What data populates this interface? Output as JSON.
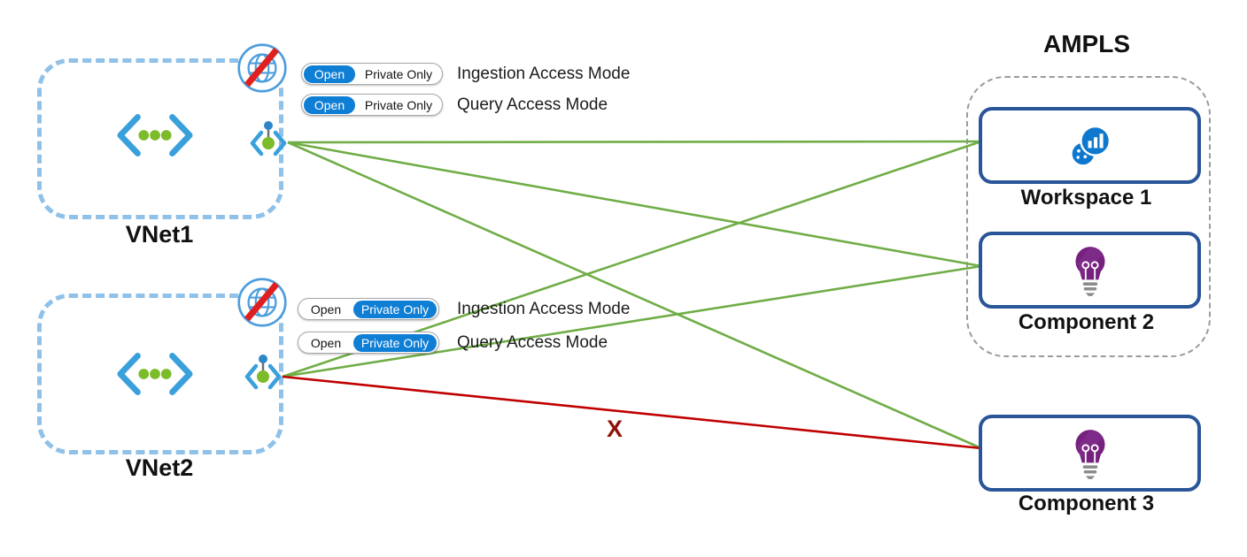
{
  "vnets": [
    {
      "label": "VNet1",
      "toggles": [
        {
          "name": "Ingestion Access Mode",
          "options": [
            "Open",
            "Private Only"
          ],
          "selected": "Open"
        },
        {
          "name": "Query Access Mode",
          "options": [
            "Open",
            "Private Only"
          ],
          "selected": "Open"
        }
      ],
      "icons": [
        "virtual-network-icon",
        "no-internet-globe-icon",
        "private-endpoint-icon"
      ]
    },
    {
      "label": "VNet2",
      "toggles": [
        {
          "name": "Ingestion Access Mode",
          "options": [
            "Open",
            "Private Only"
          ],
          "selected": "Private Only"
        },
        {
          "name": "Query Access Mode",
          "options": [
            "Open",
            "Private Only"
          ],
          "selected": "Private Only"
        }
      ],
      "icons": [
        "virtual-network-icon",
        "no-internet-globe-icon",
        "private-endpoint-icon"
      ]
    }
  ],
  "ampls": {
    "title": "AMPLS",
    "members": [
      {
        "label": "Workspace 1",
        "icon": "log-analytics-workspace-icon"
      },
      {
        "label": "Component 2",
        "icon": "application-insights-icon"
      }
    ]
  },
  "external_resources": [
    {
      "label": "Component 3",
      "icon": "application-insights-icon"
    }
  ],
  "blocked_marker": "X",
  "colors": {
    "allowed": "#70AD47",
    "blocked": "#C00000",
    "toggle_selected": "#0F7ED5",
    "vnet_border": "#8FC1E9",
    "resource_border": "#2A5699"
  },
  "connections": [
    {
      "from": "vnet1-private-endpoint",
      "to": "workspace-1",
      "status": "allowed"
    },
    {
      "from": "vnet1-private-endpoint",
      "to": "component-2",
      "status": "allowed"
    },
    {
      "from": "vnet1-private-endpoint",
      "to": "component-3",
      "status": "allowed"
    },
    {
      "from": "vnet2-private-endpoint",
      "to": "workspace-1",
      "status": "allowed"
    },
    {
      "from": "vnet2-private-endpoint",
      "to": "component-2",
      "status": "allowed"
    },
    {
      "from": "vnet2-private-endpoint",
      "to": "component-3",
      "status": "blocked"
    }
  ]
}
